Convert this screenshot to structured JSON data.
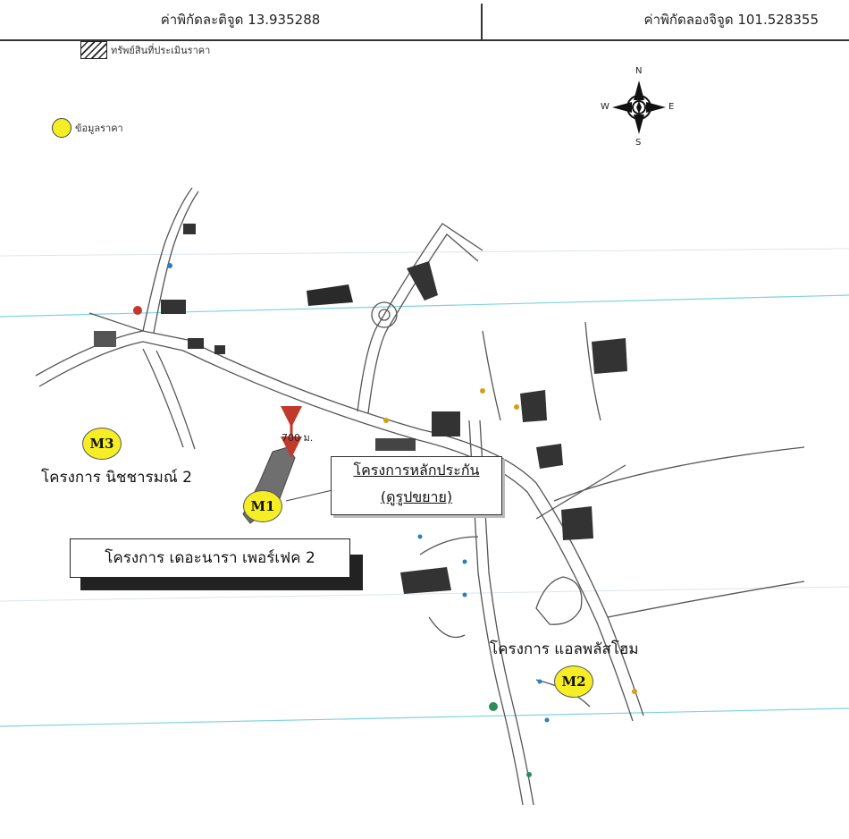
{
  "header": {
    "latitude": "ค่าพิกัดละติจูด 13.935288",
    "longitude": "ค่าพิกัดลองจิจูด 101.528355"
  },
  "legend": {
    "hatched_label": "ทรัพย์สินที่ประเมินราคา",
    "yellow_label": "ข้อมูลราคา"
  },
  "compass": {
    "n": "N",
    "s": "S",
    "e": "E",
    "w": "W"
  },
  "markers": {
    "m1": "M1",
    "m2": "M2",
    "m3": "M3"
  },
  "labels": {
    "project_m3": "โครงการ นิชชารมณ์ 2",
    "project_m2": "โครงการ แอลพลัสโฮม",
    "project_box": "โครงการ เดอะนารา เพอร์เฟค 2",
    "distance": "700 ม.",
    "callout_line1": "โครงการหลักประกัน",
    "callout_line2": "(ดูรูปขยาย)"
  },
  "colors": {
    "marker_yellow": "#f6ee25",
    "arrow_red": "#c0392b",
    "scan_line": "#7fd3e0"
  }
}
